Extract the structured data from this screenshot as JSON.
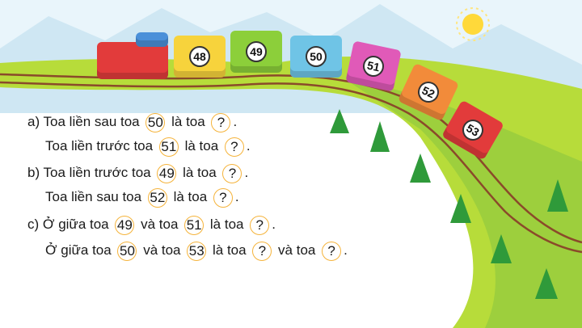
{
  "train": {
    "cars": [
      "48",
      "49",
      "50",
      "51",
      "52",
      "53"
    ],
    "car_colors": [
      "#f7d33c",
      "#8ccf3a",
      "#6fc4e6",
      "#e05ab8",
      "#f28b3a",
      "#e23b3b"
    ]
  },
  "exercise": {
    "a": {
      "label": "a)",
      "line1": {
        "pre": "Toa liền sau toa",
        "num": "50",
        "mid": "là toa",
        "ans": "?",
        "end": "."
      },
      "line2": {
        "pre": "Toa liền trước toa",
        "num": "51",
        "mid": "là toa",
        "ans": "?",
        "end": "."
      }
    },
    "b": {
      "label": "b)",
      "line1": {
        "pre": "Toa liền trước toa",
        "num": "49",
        "mid": "là toa",
        "ans": "?",
        "end": "."
      },
      "line2": {
        "pre": "Toa liền sau toa",
        "num": "52",
        "mid": "là toa",
        "ans": "?",
        "end": "."
      }
    },
    "c": {
      "label": "c)",
      "line1": {
        "pre": "Ở giữa toa",
        "num1": "49",
        "mid1": "và toa",
        "num2": "51",
        "mid2": "là toa",
        "ans": "?",
        "end": "."
      },
      "line2": {
        "pre": "Ở giữa toa",
        "num1": "50",
        "mid1": "và toa",
        "num2": "53",
        "mid2": "là toa",
        "ans1": "?",
        "mid3": "và toa",
        "ans2": "?",
        "end": "."
      }
    }
  }
}
